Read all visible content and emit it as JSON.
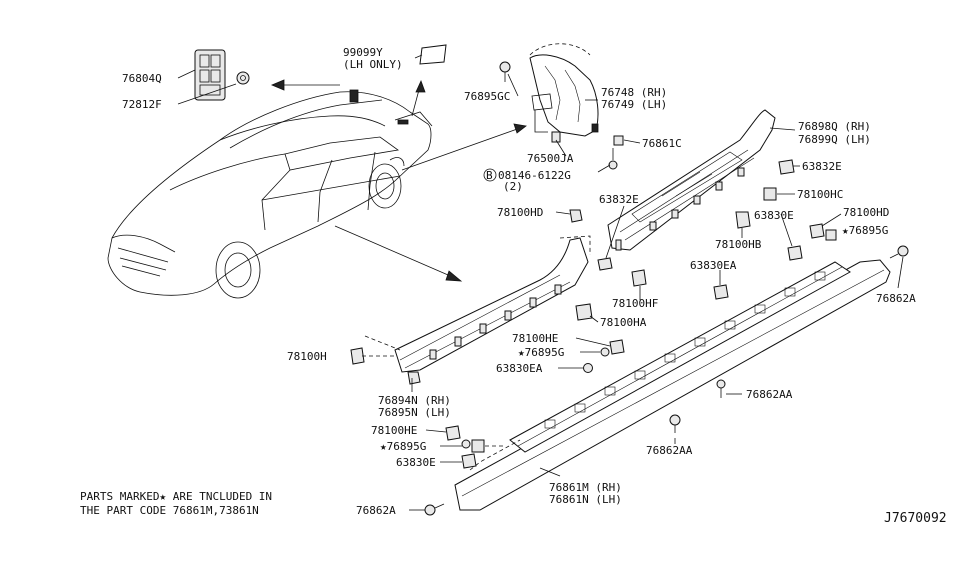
{
  "diagram": {
    "figure_code": "J7670092",
    "note_line1": "PARTS MARKED★ ARE TNCLUDED IN",
    "note_line2": "THE PART CODE 76861M,73861N",
    "labels": {
      "p76804Q": "76804Q",
      "p72812F": "72812F",
      "p99099Y": "99099Y",
      "lh_only": "(LH ONLY)",
      "p76895GC": "76895GC",
      "p76748": "76748 (RH)",
      "p76749": "76749 (LH)",
      "p76861C": "76861C",
      "p76500JA": "76500JA",
      "bolt_b": "B",
      "p08146": "08146-6122G",
      "qty2": "(2)",
      "p63832E_top": "63832E",
      "p76898Q": "76898Q (RH)",
      "p76899Q": "76899Q (LH)",
      "p63832E_right": "63832E",
      "p78100HC": "78100HC",
      "p78100HD_left": "78100HD",
      "p63830E_right": "63830E",
      "p78100HD_right": "78100HD",
      "p76895G_right": "★76895G",
      "p78100HB": "78100HB",
      "p76862A_right": "76862A",
      "p63830EA_top": "63830EA",
      "p78100HF": "78100HF",
      "p78100HA": "78100HA",
      "p78100HE_mid": "78100HE",
      "p76895G_mid": "★76895G",
      "p63830EA_mid": "63830EA",
      "p78100H": "78100H",
      "p76894N": "76894N (RH)",
      "p76895N": "76895N (LH)",
      "p76862AA_right": "76862AA",
      "p76862AA_mid": "76862AA",
      "p78100HE_low": "78100HE",
      "p76895G_low": "★76895G",
      "p63830E_low": "63830E",
      "p76861M": "76861M (RH)",
      "p76861N": "76861N (LH)",
      "p76862A_low": "76862A"
    }
  }
}
